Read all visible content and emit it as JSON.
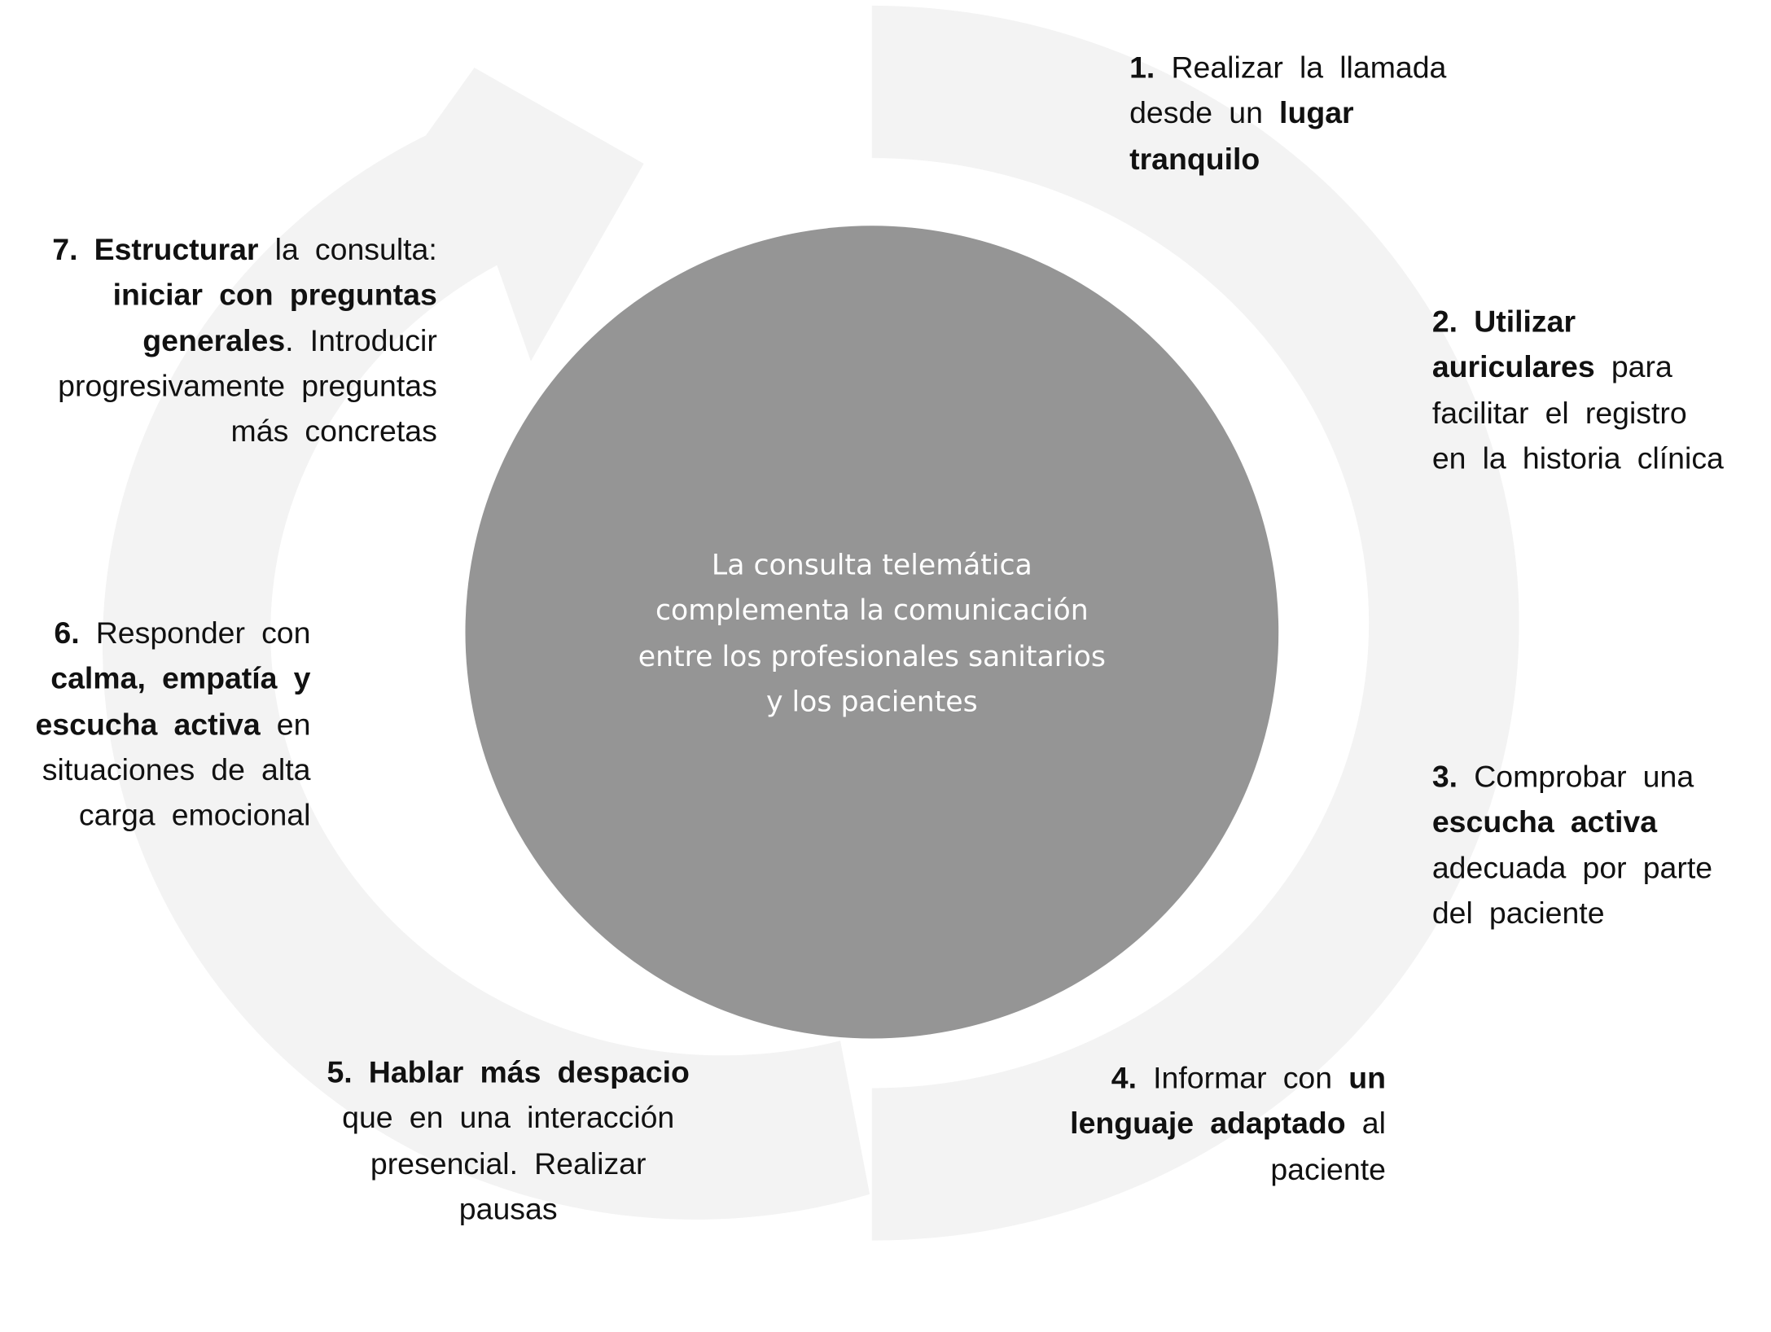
{
  "colors": {
    "arrow": "#f3f3f3",
    "circle": "#959595",
    "center_text": "#ffffff",
    "text": "#111111"
  },
  "center": {
    "lines": [
      "La consulta telemática",
      "complementa la comunicación",
      "entre los profesionales sanitarios",
      "y los pacientes"
    ]
  },
  "steps": [
    {
      "id": "step-1",
      "align": "left",
      "lines": [
        [
          {
            "t": "1.",
            "b": true
          },
          {
            "t": " Realizar la llamada"
          }
        ],
        [
          {
            "t": "desde un "
          },
          {
            "t": "lugar",
            "b": true
          }
        ],
        [
          {
            "t": "tranquilo",
            "b": true
          }
        ]
      ]
    },
    {
      "id": "step-2",
      "align": "left",
      "lines": [
        [
          {
            "t": "2. Utilizar",
            "b": true
          }
        ],
        [
          {
            "t": "auriculares",
            "b": true
          },
          {
            "t": " para"
          }
        ],
        [
          {
            "t": "facilitar el registro"
          }
        ],
        [
          {
            "t": "en la historia clínica"
          }
        ]
      ]
    },
    {
      "id": "step-3",
      "align": "left",
      "lines": [
        [
          {
            "t": "3.",
            "b": true
          },
          {
            "t": " Comprobar una"
          }
        ],
        [
          {
            "t": "escucha activa",
            "b": true
          }
        ],
        [
          {
            "t": "adecuada por parte"
          }
        ],
        [
          {
            "t": "del paciente"
          }
        ]
      ]
    },
    {
      "id": "step-4",
      "align": "right",
      "lines": [
        [
          {
            "t": "4.",
            "b": true
          },
          {
            "t": " Informar con "
          },
          {
            "t": "un",
            "b": true
          }
        ],
        [
          {
            "t": "lenguaje adaptado",
            "b": true
          },
          {
            "t": " al"
          }
        ],
        [
          {
            "t": "paciente"
          }
        ]
      ]
    },
    {
      "id": "step-5",
      "align": "center",
      "lines": [
        [
          {
            "t": "5. Hablar más despacio",
            "b": true
          }
        ],
        [
          {
            "t": "que en una interacción"
          }
        ],
        [
          {
            "t": "presencial. Realizar"
          }
        ],
        [
          {
            "t": "pausas"
          }
        ]
      ]
    },
    {
      "id": "step-6",
      "align": "right",
      "lines": [
        [
          {
            "t": "6.",
            "b": true
          },
          {
            "t": " Responder con"
          }
        ],
        [
          {
            "t": "calma, empatía y",
            "b": true
          }
        ],
        [
          {
            "t": "escucha activa",
            "b": true
          },
          {
            "t": " en"
          }
        ],
        [
          {
            "t": "situaciones de alta"
          }
        ],
        [
          {
            "t": "carga emocional"
          }
        ]
      ]
    },
    {
      "id": "step-7",
      "align": "right",
      "lines": [
        [
          {
            "t": "7. Estructurar",
            "b": true
          },
          {
            "t": " la consulta:"
          }
        ],
        [
          {
            "t": "iniciar con preguntas",
            "b": true
          }
        ],
        [
          {
            "t": "generales",
            "b": true
          },
          {
            "t": ". Introducir"
          }
        ],
        [
          {
            "t": "progresivamente preguntas"
          }
        ],
        [
          {
            "t": "más concretas"
          }
        ]
      ]
    }
  ]
}
